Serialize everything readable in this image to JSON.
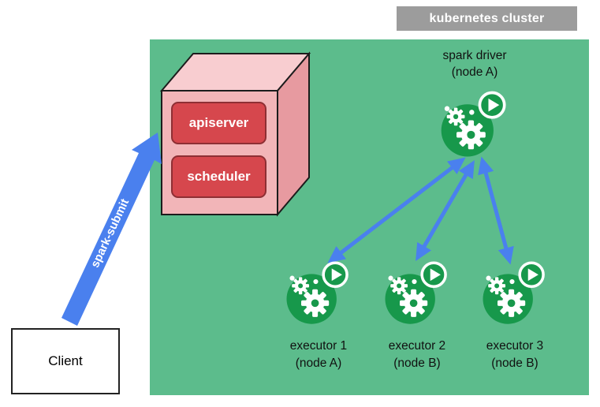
{
  "cluster": {
    "label": "kubernetes cluster"
  },
  "control_plane": {
    "apiserver": "apiserver",
    "scheduler": "scheduler"
  },
  "driver": {
    "title": "spark driver",
    "node": "(node A)"
  },
  "executors": [
    {
      "title": "executor 1",
      "node": "(node A)"
    },
    {
      "title": "executor 2",
      "node": "(node B)"
    },
    {
      "title": "executor 3",
      "node": "(node B)"
    }
  ],
  "client": {
    "label": "Client"
  },
  "arrows": {
    "spark_submit_label": "spark-submit"
  },
  "icons": {
    "pod": "spark-pod-gears-play-icon"
  },
  "colors": {
    "cluster_bg": "#5cbc8c",
    "pod_green": "#17984b",
    "arrow_blue": "#4a80ee",
    "box_red": "#d6474d",
    "cube_front": "#f2b5b8",
    "cube_top": "#f8cdd0",
    "cube_side": "#e79aa0",
    "label_gray": "#9c9c9c"
  }
}
